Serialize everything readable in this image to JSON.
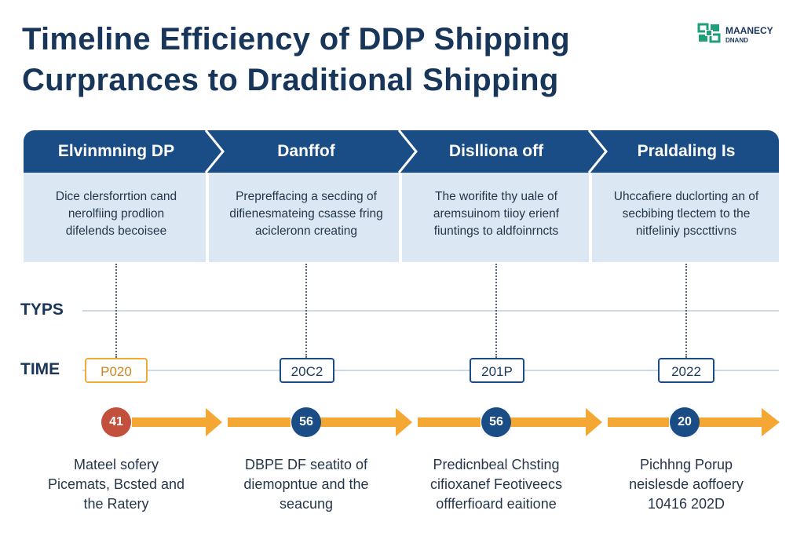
{
  "title": {
    "line1": "Timeline Efficiency of DDP Shipping",
    "line2": "Curprances to Draditional Shipping"
  },
  "logo": {
    "name": "MAANECY",
    "sub": "DNAND",
    "icon": "green-square-logo-icon",
    "color": "#1f9e7a"
  },
  "colors": {
    "header": "#1a4d86",
    "panel": "#dbe8f3",
    "arrow": "#f5a733",
    "accent_orange": "#f0a93a",
    "accent_red": "#c2503d"
  },
  "rows": {
    "types_label": "TYPS",
    "time_label": "TIME"
  },
  "steps": [
    {
      "title": "Elvinmning DP",
      "desc": [
        "Dice clersforrtion cand",
        "nerolfiing prodlion",
        "difelends becoisee"
      ],
      "time": "P020",
      "marker": "41",
      "bottom": [
        "Mateel sofery",
        "Picemats, Bcsted and",
        "the Ratery"
      ]
    },
    {
      "title": "Danffof",
      "desc": [
        "Prepreffacing a secding of",
        "difienesmateing csasse fring",
        "acicleronn creating"
      ],
      "time": "20C2",
      "marker": "56",
      "bottom": [
        "DBPE DF seatito of",
        "diemopntue and the",
        "seacung"
      ]
    },
    {
      "title": "Dislliona off",
      "desc": [
        "The worifite thy uale of",
        "aremsuinom tiioy erienf",
        "fiuntings to aldfoinrncts"
      ],
      "time": "201P",
      "marker": "56",
      "bottom": [
        "Predicnbeal Chsting",
        "cifioxanef Feotiveecs",
        "offferfioard eaitione"
      ]
    },
    {
      "title": "Praldaling Is",
      "desc": [
        "Uhccafiere duclorting an of",
        "secbibing tlectem to the",
        "nitfeliniy psccttivns"
      ],
      "time": "2022",
      "marker": "20",
      "bottom": [
        "Pichhng Porup",
        "neislesde aoffoery",
        "10416 202D"
      ]
    }
  ]
}
